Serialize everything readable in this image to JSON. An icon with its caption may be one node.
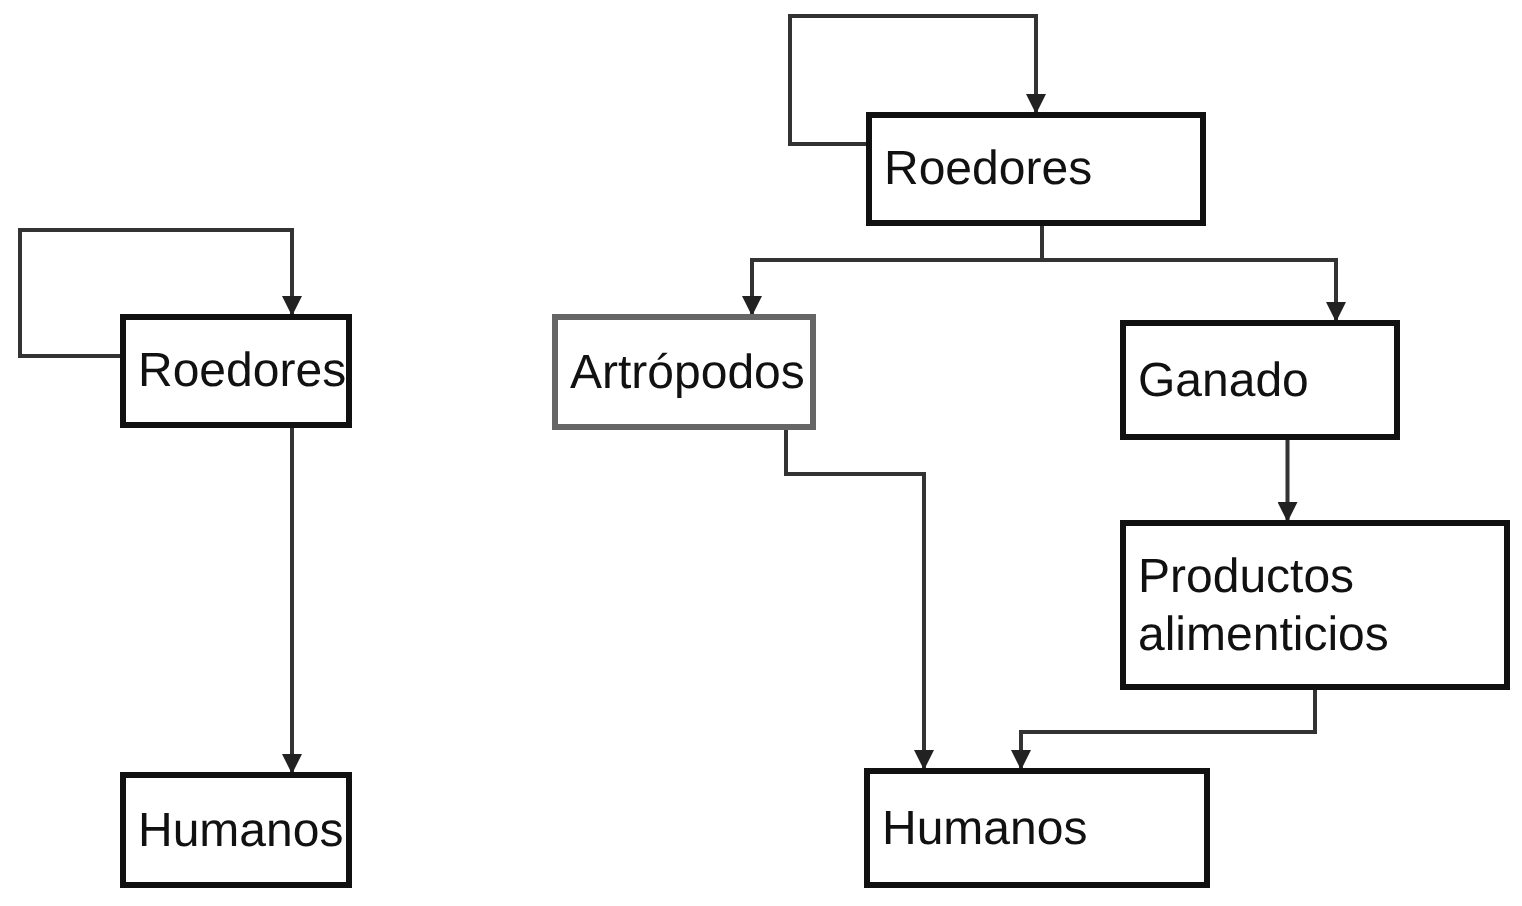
{
  "diagram": {
    "nodes": [
      {
        "text": [
          "Roedores"
        ]
      },
      {
        "text": [
          "Humanos"
        ]
      },
      {
        "text": [
          "Roedores"
        ]
      },
      {
        "text": [
          "Artrópodos"
        ]
      },
      {
        "text": [
          "Ganado"
        ]
      },
      {
        "text": [
          "Productos alimenticios"
        ]
      },
      {
        "text": [
          "Humanos"
        ]
      }
    ],
    "edges": [
      {
        "from": 0,
        "to": 0,
        "arrow": "to"
      },
      {
        "from": 0,
        "to": 1,
        "arrow": "to"
      },
      {
        "from": 2,
        "to": 2,
        "arrow": "to"
      },
      {
        "from": 2,
        "to": 3,
        "arrow": "to"
      },
      {
        "from": 2,
        "to": 4,
        "arrow": "to"
      },
      {
        "from": 4,
        "to": 5,
        "arrow": "to"
      },
      {
        "from": 3,
        "to": 6,
        "arrow": "to"
      },
      {
        "from": 5,
        "to": 6,
        "arrow": "to"
      }
    ]
  }
}
